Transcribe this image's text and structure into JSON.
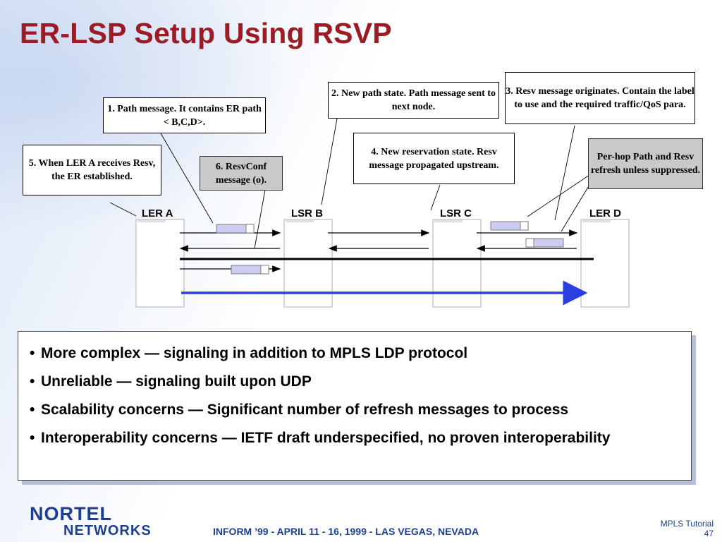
{
  "title": "ER-LSP Setup Using RSVP",
  "nodes": [
    "LER A",
    "LSR B",
    "LSR C",
    "LER D"
  ],
  "callouts": {
    "c1": "1. Path message. It contains ER path < B,C,D>.",
    "c2": "2. New path state. Path message sent to next node.",
    "c3": "3. Resv message  originates. Contain the label to use and the required traffic/QoS para.",
    "c4": "4.  New reservation state. Resv message propagated upstream.",
    "c5": "5. When LER A receives Resv, the ER established.",
    "c6": "6. ResvConf message (o).",
    "c7": "Per-hop Path and Resv refresh unless suppressed."
  },
  "bullets": [
    "More complex — signaling in addition to MPLS LDP protocol",
    "Unreliable — signaling built upon UDP",
    "Scalability concerns — Significant number of refresh messages to process",
    "Interoperability concerns — IETF draft underspecified, no proven interoperability"
  ],
  "logo": {
    "line1": "NORTEL",
    "line2": "NETWORKS"
  },
  "footer": "INFORM ’99 - APRIL 11 - 16, 1999 - LAS VEGAS, NEVADA",
  "corner": {
    "label": "MPLS Tutorial",
    "page": "47"
  },
  "colors": {
    "title": "#9b1c24",
    "brand": "#1d3f8f",
    "lsp_path": "#2b3fe0",
    "message_box": "#ccccf0"
  }
}
